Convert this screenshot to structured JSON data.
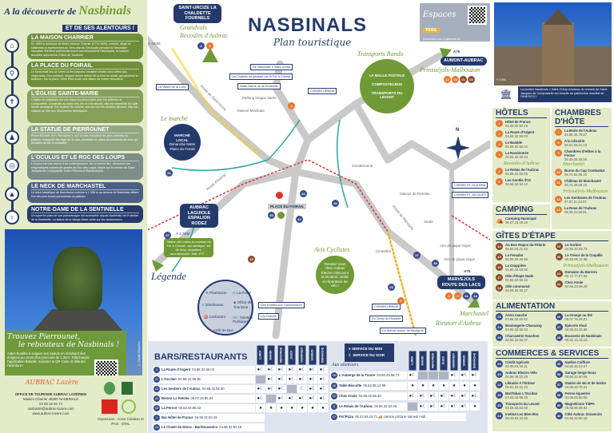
{
  "left": {
    "title_prefix": "A la découverte de",
    "title_name": "Nasbinals",
    "subtitle": "ET DE SES ALENTOURS !",
    "sites": [
      {
        "title": "LA MAISON CHARRIER",
        "icon": "house-icon",
        "color": "#6f8f3a",
        "text": "En 1859 la demeure de Marie-Antoine Charrier (1779-1859), notable, siège de Nasbinals et représentant du Tiers-état du Gévaudan pendant la Révolution française. Élément patrimonial inscrit aux Monuments Historiques, la maison accueille aujourd'hui l'Office de Tourisme."
      },
      {
        "title": "LA PLACE DU FOIRAIL",
        "icon": "location-pin-icon",
        "color": "#6f8f3a",
        "text": "Le foirail était lieu de foires où les paysans venaient vendre leurs bêtes aux négociants. Des animaux, chaque année autour de la foire du bétail, qui perpétue la tradition ! Sur la place, trône Pierrounet, une statue de maître rebouteux."
      },
      {
        "title": "L'ÉGLISE SAINTE-MARIE",
        "icon": "cross-icon",
        "color": "#86a05a",
        "text": "L'église de Nasbinals est une étape incontournable pour les pèlerins de Compostelle. Construite au cours des XIe et XIIe siècles, elle est empreinte du style roman auvergnat. Sur la place du clocher, une vue sur les sentiers alentour. Elle est classée au titre des Monuments Historiques."
      },
      {
        "title": "LA STATUE DE PIERROUNET",
        "icon": "statue-icon",
        "color": "#93a782",
        "text": "Pierre Brioude, dit « Pierrounet », fut l'un des rebouteux les plus célèbres du plateau. Il soignait dès l'âge de 12 ans, remettant en place les membres de ceux qui venaient de loin le consulter."
      },
      {
        "title": "L'OCULUS ET LE ROC DES LOUPS",
        "icon": "oculus-icon",
        "color": "#7d8e86",
        "text": "L'Oculus est une œuvre d'art contemporaine. Sur le même lieu, découvrez les énigmatiques rochers de granite du Roc des Loups, situés sur le chemin de Saint-Jacques de Compostelle, entre Pèlerins et Randonneurs."
      },
      {
        "title": "LE NECK DE MARCHASTEL",
        "icon": "mountain-icon",
        "color": "#4b5f86",
        "text": "Le neck basaltique de Marchastel culmine à 1 288 m au-dessus de Nasbinals offrant l'un des plus beaux panoramas du plateau."
      },
      {
        "title": "NOTRE-DAME DE LA SENTINELLE",
        "icon": "madonna-icon",
        "color": "#243a6b",
        "text": "Un superbe point de vue panoramique est accessible depuis Nasbinals via le sentier de la Sentinelle. La statue de la Vierge Marie veille sur les randonneurs."
      }
    ],
    "pierrounet": {
      "title_line1": "Trouvez Pierrounet,",
      "title_line2": "le rebouteux de Nasbinals !",
      "text": "Aidez Eusèbe à soigner son épaule en résolvant des énigmes au cours d'un parcours de 1,3km. Téléchargez l'application Baludik, scannez le QR Code et débutez l'aventure !",
      "credit": "© Claude Beauclair"
    },
    "office": {
      "logo_text": "AUBRAC Lozère",
      "name": "OFFICE DE TOURISME AUBRAC LOZÉRIEN",
      "address": "Maison Charrier 48260 NASBINALS",
      "phone": "04 66 32 55 73",
      "email": "nasbinals@aubrac-lozere.com",
      "web": "www.aubrac-lozere.com",
      "print": "Impression - Color Création et PAO : OTAL"
    }
  },
  "map": {
    "title": "NASBINALS",
    "subtitle": "Plan touristique",
    "destinations": {
      "north": "SAINT-URCIZE LA CHALDETTE FOURNELS",
      "northeast": "AUMONT-AUBRAC",
      "west": "AUBRAC LAGUIOLE ESPALION RODEZ",
      "southeast": "MARVEJOLS ROUTE DES LACS",
      "ne_road": "A75",
      "se_road": "A75"
    },
    "towns": {
      "grandvals": "Grandvals",
      "recoules": "Recoules d'Aubrac",
      "prinsuejols": "Prinsuéjols-Malbouzon",
      "marchastel": "Marchastel",
      "rieutort": "Rieutort d'Aubrac"
    },
    "altitude": "À 400M",
    "marche": {
      "script": "Le marché",
      "title": "MARCHÉ LOCAL",
      "text": "Dimanche Matin Place du Foirail"
    },
    "transports": {
      "script": "Transports Rando",
      "items": [
        "LA MALLE POSTALE",
        "COMPOSTELBUS",
        "TRANSPORTS DU LEVANT"
      ]
    },
    "cyclistes": {
      "script": "Avis Cyclistes",
      "text": "Rendez-vous chez Aubrac Electro Vélo pour la location, vente et réparation de vélo !"
    },
    "station": {
      "alt": "À 2,7KM",
      "text": "Station de Loisirs à vocation du Fer à Cheval : ski nordique, ski de fond, raquettes, accrobranche, trail, VTT..."
    },
    "places": [
      "PLACE DU FOIRAIL",
      "Cimetière",
      "Stade",
      "Maison de Retraite",
      "Gendarmerie",
      "Maison Médicale",
      "Parking longue durée",
      "Aire de pique-nique",
      "Aire de pique-nique",
      "Route de Marvejols",
      "Route d'Aubrac",
      "Route de Saint-Urcize"
    ],
    "trails": [
      "La Vallée de la Croix",
      "De Nasbinals à Saint-Urcize",
      "Les Drailles en passant par le Fer à Cheval",
      "Notre-Dame de la Sentinelle",
      "Des Drailles aux Carbonnières",
      "Les Drailles",
      "CHEMIN URBAIN",
      "CHEMIN ST-GUILHEM",
      "CHEMIN ST-JACQUES",
      "CHEMIN URBAIN",
      "Du Deroc du Rosaldé",
      "Du Aubrac autour de Montgros"
    ],
    "espaces": {
      "name": "Espaces",
      "badge": "TRAIL",
      "text": "Découvrez nos 4 parcours de Trail au départ de Nasbinals et bien d'autres !"
    },
    "legend": {
      "title": "Légende",
      "items": [
        "Pharmacie",
        "La Poste",
        "Distributeur",
        "Office de Tourisme",
        "Carburant",
        "Toilettes Publiques",
        "Arrêt de Bus"
      ]
    },
    "compass": "N",
    "colors": {
      "road": "#c9c9c9",
      "arrow": "#6f9a35",
      "stream": "#2aa6a0",
      "trail_red": "#e0322f",
      "trail_yellow": "#f1d336"
    }
  },
  "bars": {
    "title": "BARS/RESTAURANTS",
    "days": [
      "LUNDI",
      "MARDI",
      "MERCREDI",
      "JEUDI",
      "VENDREDI",
      "SAMEDI",
      "DIMANCHE"
    ],
    "service_midi": "SERVICE DU MIDI",
    "service_soir": "SERVICE DU SOIR",
    "nasbinals": [
      {
        "num": "2",
        "name": "La Route d'Argent",
        "phone": "04.66.32.50.03",
        "week": [
          "both",
          "both",
          "both",
          "both",
          "both",
          "both",
          "both"
        ]
      },
      {
        "num": "37",
        "name": "L'Occitan",
        "phone": "04.66.32.98.35",
        "week": [
          "closed",
          "both",
          "both",
          "both",
          "both",
          "both",
          "both"
        ]
      },
      {
        "num": "41",
        "name": "Les Sentiers de l'Aubrac",
        "phone": "04.66.32.56.90",
        "week": [
          "both",
          "both",
          "both",
          "closed",
          "soir",
          "both",
          "both"
        ]
      },
      {
        "num": "42",
        "name": "Bistrot La Petche",
        "phone": "06.07.29.85.54",
        "week": [
          "both",
          "closed",
          "both",
          "both",
          "both",
          "both",
          "both"
        ]
      },
      {
        "num": "45",
        "name": "La Pernot",
        "phone": "06.52.44.85.02",
        "week": [
          "midi",
          "midi",
          "midi",
          "midi",
          "midi",
          "midi",
          "midi"
        ]
      },
      {
        "num": "1",
        "name": "Bar Hôtel de France",
        "phone": "04.66.32.50.19"
      },
      {
        "num": "44",
        "name": "Le Chalet du Déroc - Bar/Souvenirs",
        "phone": "04.66.32.50.19"
      }
    ],
    "alentours_title": "Aux alentours",
    "alentours": [
      {
        "num": "46",
        "name": "L'Auberge de la Tourre",
        "phone": "04.66.45.58.73",
        "week": [
          "both",
          "closed",
          "closed",
          "closed",
          "both",
          "both",
          "both"
        ]
      },
      {
        "num": "16",
        "name": "Table Biscotte",
        "phone": "06.52.06.12.98",
        "week": [
          "midi",
          "midi",
          "midi",
          "midi",
          "midi",
          "midi",
          "midi"
        ]
      },
      {
        "num": "22",
        "name": "Chez Annie",
        "phone": "04.66.32.55.40",
        "week": [
          "both",
          "both",
          "both",
          "both",
          "both",
          "both",
          "both"
        ]
      },
      {
        "num": "5",
        "name": "Le Relais de l'Aubrac",
        "phone": "04.66.32.52.06",
        "week": [
          "closed",
          "both",
          "both",
          "both",
          "both",
          "both",
          "midi"
        ]
      },
      {
        "num": "47",
        "name": "Pot'Pizza",
        "phone": "06.43.04.24.71",
        "note": "camion pizza le samedi midi"
      }
    ]
  },
  "right": {
    "unesco": "La portion Nasbinals « Saint-Chély d'Aubrac du chemin de Saint-Jacques de Compostelle est inscrite au patrimoine mondial de l'UNESCO !",
    "photo_credit": "© OTAL",
    "hotels": {
      "title": "HÔTELS",
      "items": [
        {
          "num": "1",
          "name": "Hôtel de France",
          "phone": "04.66.32.50.19"
        },
        {
          "num": "2",
          "name": "La Route d'Argent",
          "phone": "04.66.32.50.03"
        },
        {
          "num": "3",
          "name": "Le Bastide",
          "phone": "04.66.32.50.03"
        },
        {
          "num": "4",
          "name": "La Randonnée",
          "phone": "04.66.32.50.03"
        }
      ],
      "town": "Recoules d'Aubrac",
      "town_items": [
        {
          "num": "5",
          "name": "Le Relais de l'Aubrac",
          "phone": "04.66.32.52.06"
        },
        {
          "num": "6",
          "name": "Les Gentils d'Or",
          "phone": "04.66.32.52.13"
        }
      ]
    },
    "camping": {
      "title": "CAMPING",
      "items": [
        {
          "num": "",
          "name": "Camping Municipal",
          "phone": "06.07.15.49.29"
        }
      ]
    },
    "chambres": {
      "title": "CHAMBRES D'HÔTE",
      "items": [
        {
          "num": "7",
          "name": "La Borie de l'Aubrac",
          "phone": "04.66.45.76.87"
        },
        {
          "num": "8",
          "name": "A la Librairie",
          "phone": "06.81.63.21.23"
        },
        {
          "num": "9",
          "name": "Chambres d'Hôtes à la Ferme",
          "phone": "06.45.36.26.06"
        }
      ],
      "town1": "Marchastel",
      "town1_items": [
        {
          "num": "10",
          "name": "Buron du Cap Combattut",
          "phone": "06.74.81.88.19"
        },
        {
          "num": "11",
          "name": "Château de Marchastel",
          "phone": "06.74.46.08.19"
        }
      ],
      "town2": "Prinsuéjols-Malbouzon",
      "town2_items": [
        {
          "num": "12",
          "name": "Les Gentianes de l'Aubrac",
          "phone": "07.87.11.23.07"
        },
        {
          "num": "13",
          "name": "La Rose de l'Aubrac",
          "phone": "06.08.31.55.61"
        }
      ]
    },
    "gites": {
      "title": "GÎTES D'ÉTAPE",
      "col1": [
        {
          "num": "14",
          "name": "Au Bon Repos du Pèlerin",
          "phone": "06.84.04.21.40"
        },
        {
          "num": "15",
          "name": "Le Fenador",
          "phone": "06.95.08.36.66"
        },
        {
          "num": "16",
          "name": "La Grappière",
          "phone": "04.66.32.15.90"
        },
        {
          "num": "17",
          "name": "Gîte d'étape Nade",
          "phone": "04.66.32.50.42"
        },
        {
          "num": "18",
          "name": "Gîte communal",
          "phone": "04.66.32.50.17"
        }
      ],
      "col2": [
        {
          "num": "19",
          "name": "Le Sorbier",
          "phone": "04.66.32.56.79"
        },
        {
          "num": "20",
          "name": "Le Trésor de la Coquille",
          "phone": "06.52.06.12.98"
        }
      ],
      "town": "Prinsuéjols-Malbouzon",
      "town_items": [
        {
          "num": "21",
          "name": "Domaine du Barrera",
          "phone": "06.71.77.87.56"
        },
        {
          "num": "22",
          "name": "Chez Annie",
          "phone": "04.66.32.55.40"
        }
      ]
    },
    "alimentation": {
      "title": "ALIMENTATION",
      "col1": [
        {
          "num": "23",
          "name": "Astro marché",
          "phone": "04.66.32.50.52"
        },
        {
          "num": "24",
          "name": "Boulangerie Chassang",
          "phone": "04.66.32.50.33"
        },
        {
          "num": "25",
          "name": "Charcuterie Souchon",
          "phone": "04.66.32.50.07"
        }
      ],
      "col2": [
        {
          "num": "26",
          "name": "La Grange au thé",
          "phone": "06.07.76.35.81"
        },
        {
          "num": "27",
          "name": "Épicerie Vival",
          "phone": "04.66.32.36.68"
        },
        {
          "num": "28",
          "name": "Brasserie de Nasbinals",
          "phone": "06.82.13.18.16"
        }
      ]
    },
    "commerces": {
      "title": "COMMERCES & SERVICES",
      "col1": [
        {
          "num": "29",
          "name": "Crédit Agricole",
          "phone": "04.99.63.50.21"
        },
        {
          "num": "30",
          "name": "Aubrac Electro Vélo",
          "phone": "04.66.48.32.38"
        },
        {
          "num": "31",
          "name": "Librairie A l'Entour",
          "phone": "06.81.63.21.23"
        },
        {
          "num": "32",
          "name": "Bar/Tabac L'Occitan",
          "phone": "04.66.32.98.35"
        },
        {
          "num": "33",
          "name": "Transports du Levant",
          "phone": "04.66.32.52.60"
        },
        {
          "num": "34",
          "name": "Institut Les Bien-être",
          "phone": "06.43.63.22.65"
        }
      ],
      "col2": [
        {
          "num": "35",
          "name": "Nadine Coiffure",
          "phone": "04.66.45.22.67"
        },
        {
          "num": "36",
          "name": "Garage Serge Roux",
          "phone": "04.66.32.50.09"
        },
        {
          "num": "37",
          "name": "Station de ski et de loisirs",
          "phone": "04.66.45.79.21"
        },
        {
          "num": "38",
          "name": "Ferme équestre",
          "phone": "04.66.32.50.65"
        },
        {
          "num": "39",
          "name": "Magnétisme TZIPA",
          "phone": "06.65.95.69.84"
        },
        {
          "num": "40",
          "name": "Côté Aubrac Souvenirs",
          "phone": "04.66.32.50.19"
        }
      ]
    },
    "colors": {
      "hotel": "#e8772e",
      "gite": "#8a4b2f",
      "service": "#3a4f8c",
      "accent": "#6f9a35",
      "navy": "#243a6b"
    }
  }
}
